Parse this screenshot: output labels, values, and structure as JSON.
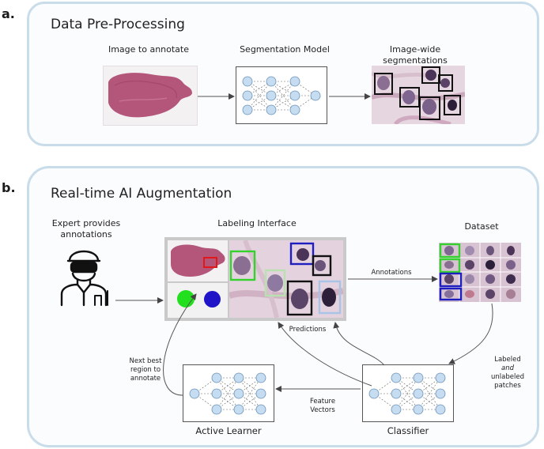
{
  "panel_a": {
    "label": "a.",
    "title": "Data Pre-Processing",
    "caption_image": "Image to annotate",
    "caption_model": "Segmentation Model",
    "caption_segments_line1": "Image-wide",
    "caption_segments_line2": "segmentations"
  },
  "panel_b": {
    "label": "b.",
    "title": "Real-time AI Augmentation",
    "caption_expert_line1": "Expert provides",
    "caption_expert_line2": "annotations",
    "caption_labeling": "Labeling Interface",
    "caption_dataset": "Dataset",
    "caption_annotations": "Annotations",
    "caption_predictions": "Predictions",
    "caption_next_line1": "Next best",
    "caption_next_line2": "region to",
    "caption_next_line3": "annotate",
    "caption_labeled_line1": "Labeled",
    "caption_labeled_line2": "and",
    "caption_labeled_line3": "unlabeled",
    "caption_labeled_line4": "patches",
    "caption_feature_line1": "Feature",
    "caption_feature_line2": "Vectors",
    "caption_active": "Active Learner",
    "caption_classifier": "Classifier"
  },
  "colors": {
    "panel_border": "#c9dcea",
    "node_fill": "#c5dcf1",
    "node_stroke": "#6b93b8",
    "tissue": "#b4557a",
    "box_green": "#35d12e",
    "box_blue": "#1f1fc0",
    "box_black": "#111111",
    "box_red": "#e01818"
  }
}
